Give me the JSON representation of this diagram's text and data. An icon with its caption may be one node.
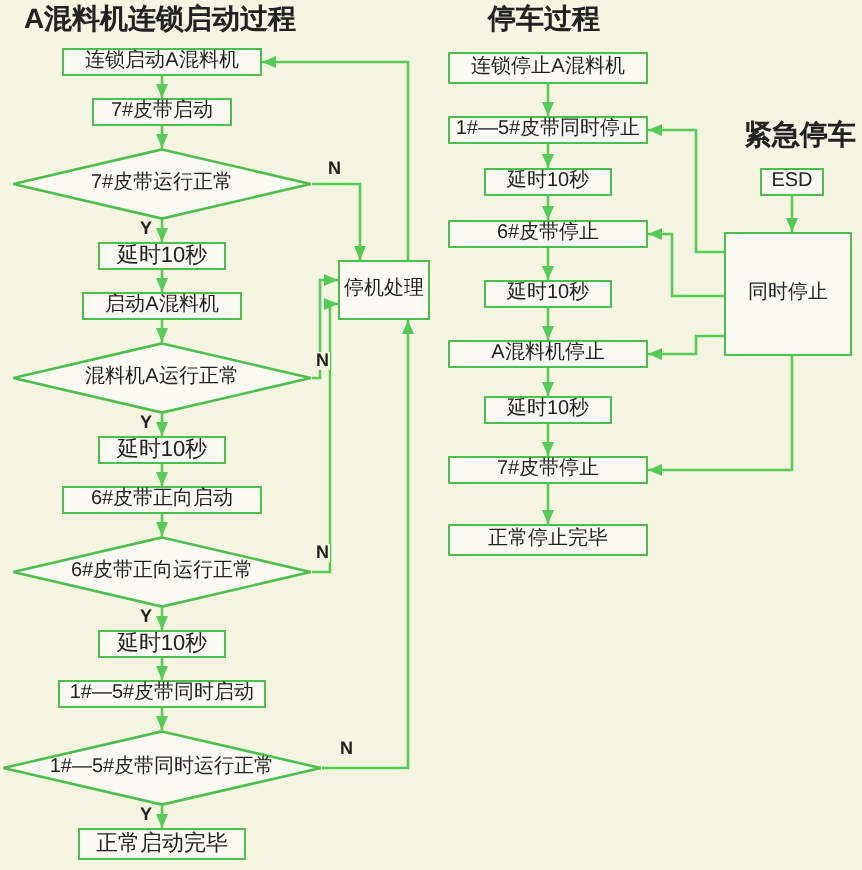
{
  "diagram": {
    "nodes": [
      {
        "text": [
          "连锁启动A混料机"
        ]
      },
      {
        "text": [
          "7#皮带启动"
        ]
      },
      {
        "text": [
          "7#皮带运行正常"
        ]
      },
      {
        "text": [
          "延时10秒"
        ]
      },
      {
        "text": [
          "启动A混料机"
        ]
      },
      {
        "text": [
          "混料机A运行正常"
        ]
      },
      {
        "text": [
          "延时10秒"
        ]
      },
      {
        "text": [
          "6#皮带正向启动"
        ]
      },
      {
        "text": [
          "6#皮带正向运行正常"
        ]
      },
      {
        "text": [
          "延时10秒"
        ]
      },
      {
        "text": [
          "1#—5#皮带同时启动"
        ]
      },
      {
        "text": [
          "1#—5#皮带同时运行正常"
        ]
      },
      {
        "text": [
          "正常启动完毕"
        ]
      },
      {
        "text": [
          "停机处理"
        ]
      },
      {
        "text": [
          "连锁停止A混料机"
        ]
      },
      {
        "text": [
          "1#—5#皮带同时停止"
        ]
      },
      {
        "text": [
          "延时10秒"
        ]
      },
      {
        "text": [
          "6#皮带停止"
        ]
      },
      {
        "text": [
          "延时10秒"
        ]
      },
      {
        "text": [
          "A混料机停止"
        ]
      },
      {
        "text": [
          "延时10秒"
        ]
      },
      {
        "text": [
          "7#皮带停止"
        ]
      },
      {
        "text": [
          "正常停止完毕"
        ]
      },
      {
        "text": [
          "ESD"
        ]
      },
      {
        "text": [
          "同时停止"
        ]
      }
    ],
    "edges": [
      {
        "from": 0,
        "to": 1,
        "arrow": "to"
      },
      {
        "from": 1,
        "to": 2,
        "arrow": "to"
      },
      {
        "from": 2,
        "to": 3,
        "arrow": "to",
        "label": "Y"
      },
      {
        "from": 3,
        "to": 4,
        "arrow": "to"
      },
      {
        "from": 4,
        "to": 5,
        "arrow": "to"
      },
      {
        "from": 5,
        "to": 6,
        "arrow": "to",
        "label": "Y"
      },
      {
        "from": 6,
        "to": 7,
        "arrow": "to"
      },
      {
        "from": 7,
        "to": 8,
        "arrow": "to"
      },
      {
        "from": 8,
        "to": 9,
        "arrow": "to",
        "label": "Y"
      },
      {
        "from": 9,
        "to": 10,
        "arrow": "to"
      },
      {
        "from": 10,
        "to": 11,
        "arrow": "to"
      },
      {
        "from": 11,
        "to": 12,
        "arrow": "to",
        "label": "Y"
      },
      {
        "from": 2,
        "to": 13,
        "arrow": "to",
        "label": "N"
      },
      {
        "from": 5,
        "to": 13,
        "arrow": "to",
        "label": "N"
      },
      {
        "from": 8,
        "to": 13,
        "arrow": "to",
        "label": "N"
      },
      {
        "from": 11,
        "to": 13,
        "arrow": "to",
        "label": "N"
      },
      {
        "from": 13,
        "to": 0,
        "arrow": "to"
      },
      {
        "from": 14,
        "to": 15,
        "arrow": "to"
      },
      {
        "from": 15,
        "to": 16,
        "arrow": "to"
      },
      {
        "from": 16,
        "to": 17,
        "arrow": "to"
      },
      {
        "from": 17,
        "to": 18,
        "arrow": "to"
      },
      {
        "from": 18,
        "to": 19,
        "arrow": "to"
      },
      {
        "from": 19,
        "to": 20,
        "arrow": "to"
      },
      {
        "from": 20,
        "to": 21,
        "arrow": "to"
      },
      {
        "from": 21,
        "to": 22,
        "arrow": "to"
      },
      {
        "from": 23,
        "to": 24,
        "arrow": "to"
      },
      {
        "from": 24,
        "to": 15,
        "arrow": "to"
      },
      {
        "from": 24,
        "to": 17,
        "arrow": "to"
      },
      {
        "from": 24,
        "to": 19,
        "arrow": "to"
      },
      {
        "from": 24,
        "to": 21,
        "arrow": "to"
      }
    ],
    "labels": [
      "A混料机连锁启动过程",
      "停车过程",
      "紧急停车"
    ]
  }
}
